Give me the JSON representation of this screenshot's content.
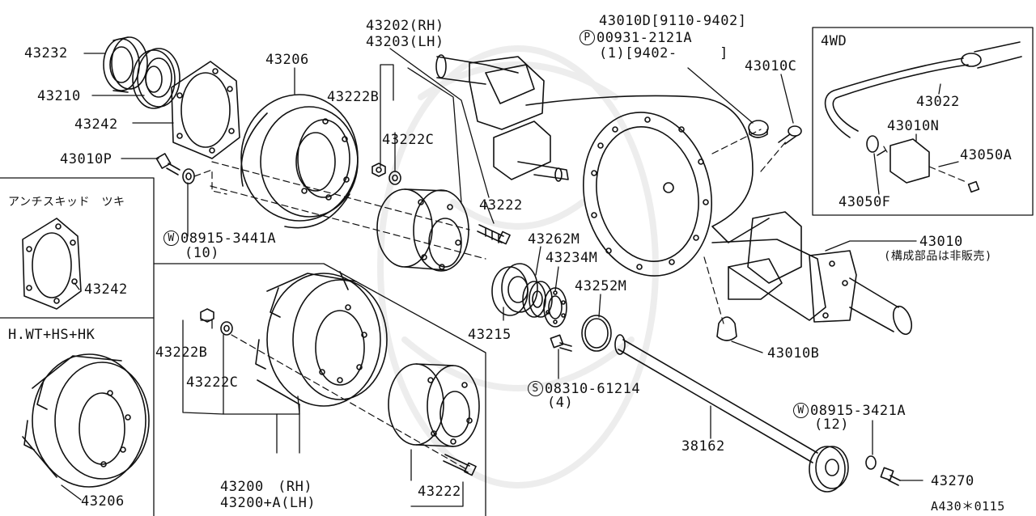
{
  "catalog_code": "A430＊0115",
  "panels": {
    "four_wd": "4WD",
    "anti_skid": "アンチスキッド　ツキ",
    "hwt": "H.WT+HS+HK"
  },
  "labels": {
    "p43232": "43232",
    "p43210": "43210",
    "p43242_top": "43242",
    "p43010P": "43010P",
    "p43206_top": "43206",
    "p43202": "43202(RH)",
    "p43203": "43203(LH)",
    "p43222B_top": "43222B",
    "p43222C_top": "43222C",
    "p43222_top": "43222",
    "w08915_3441A": "08915-3441A",
    "w08915_3441A_qty": "(10)",
    "p43262M": "43262M",
    "p43234M": "43234M",
    "p43215": "43215",
    "p43252M": "43252M",
    "s08310": "08310-61214",
    "s08310_qty": "(4)",
    "p43010D": "43010D[9110-9402]",
    "p00931": "00931-2121A",
    "p00931_range": "(1)[9402-　　　]",
    "p43010C": "43010C",
    "p43022": "43022",
    "p43010N": "43010N",
    "p43050A": "43050A",
    "p43050F": "43050F",
    "p43010": "43010",
    "p43010_note": "(構成部品は非販売)",
    "p43010B": "43010B",
    "p43242_anti": "43242",
    "p43222B_bot": "43222B",
    "p43222C_bot": "43222C",
    "p43200": "43200　(RH)",
    "p43200A": "43200+A(LH)",
    "p43222_bot": "43222",
    "p38162": "38162",
    "w08915_3421A": "08915-3421A",
    "w08915_3421A_qty": "(12)",
    "p43270": "43270",
    "p43206_bot": "43206"
  },
  "symbols": {
    "washer": "W",
    "screw": "S",
    "plug": "P"
  }
}
